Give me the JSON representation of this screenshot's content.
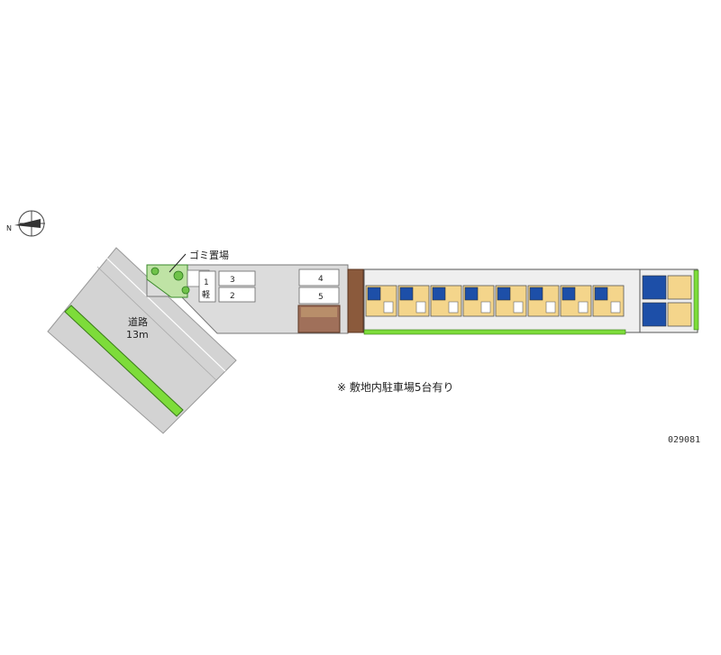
{
  "compass": {
    "label": "N",
    "icon": "compass-north-icon"
  },
  "road": {
    "name": "道路",
    "width": "13m"
  },
  "garbage": {
    "label": "ゴミ置場",
    "icon": "garbage-area-icon"
  },
  "parking": {
    "left_group": [
      "1",
      "2",
      "3"
    ],
    "kei_label": "軽",
    "right_group": [
      "4",
      "5"
    ]
  },
  "note": "※ 敷地内駐車場5台有り",
  "code": "029081",
  "colors": {
    "road": "#d3d3d3",
    "green_strip": "#7ddc3a",
    "lot": "#dcdcdc",
    "unit_floor": "#f4d58b",
    "bath": "#1d4fa8",
    "entrance": "#8b5a3c"
  }
}
